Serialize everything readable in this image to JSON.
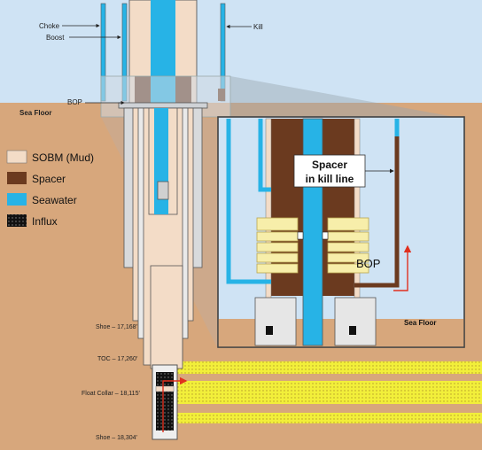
{
  "labels": {
    "choke": "Choke",
    "boost": "Boost",
    "kill": "Kill",
    "bop": "BOP",
    "sea_floor": "Sea Floor"
  },
  "legend": [
    {
      "label": "SOBM (Mud)",
      "color": "#f3dcc7"
    },
    {
      "label": "Spacer",
      "color": "#6b3a1f"
    },
    {
      "label": "Seawater",
      "color": "#27b3e6"
    },
    {
      "label": "Influx",
      "color": "#111111"
    }
  ],
  "depths": {
    "shoe_1": "Shoe – 17,168′",
    "toc": "TOC – 17,260′",
    "float_collar": "Float Collar – 18,115′",
    "shoe_2": "Shoe – 18,304′"
  },
  "inset": {
    "spacer_line1": "Spacer",
    "spacer_line2": "in kill line",
    "bop": "BOP",
    "sea_floor": "Sea Floor"
  },
  "colors": {
    "sky": "#cfe3f4",
    "ground": "#d7a77c",
    "mud": "#f3dcc7",
    "spacer": "#6b3a1f",
    "seawater": "#27b3e6",
    "bop_yellow": "#f7eeaa",
    "arrow_red": "#e0301e"
  }
}
